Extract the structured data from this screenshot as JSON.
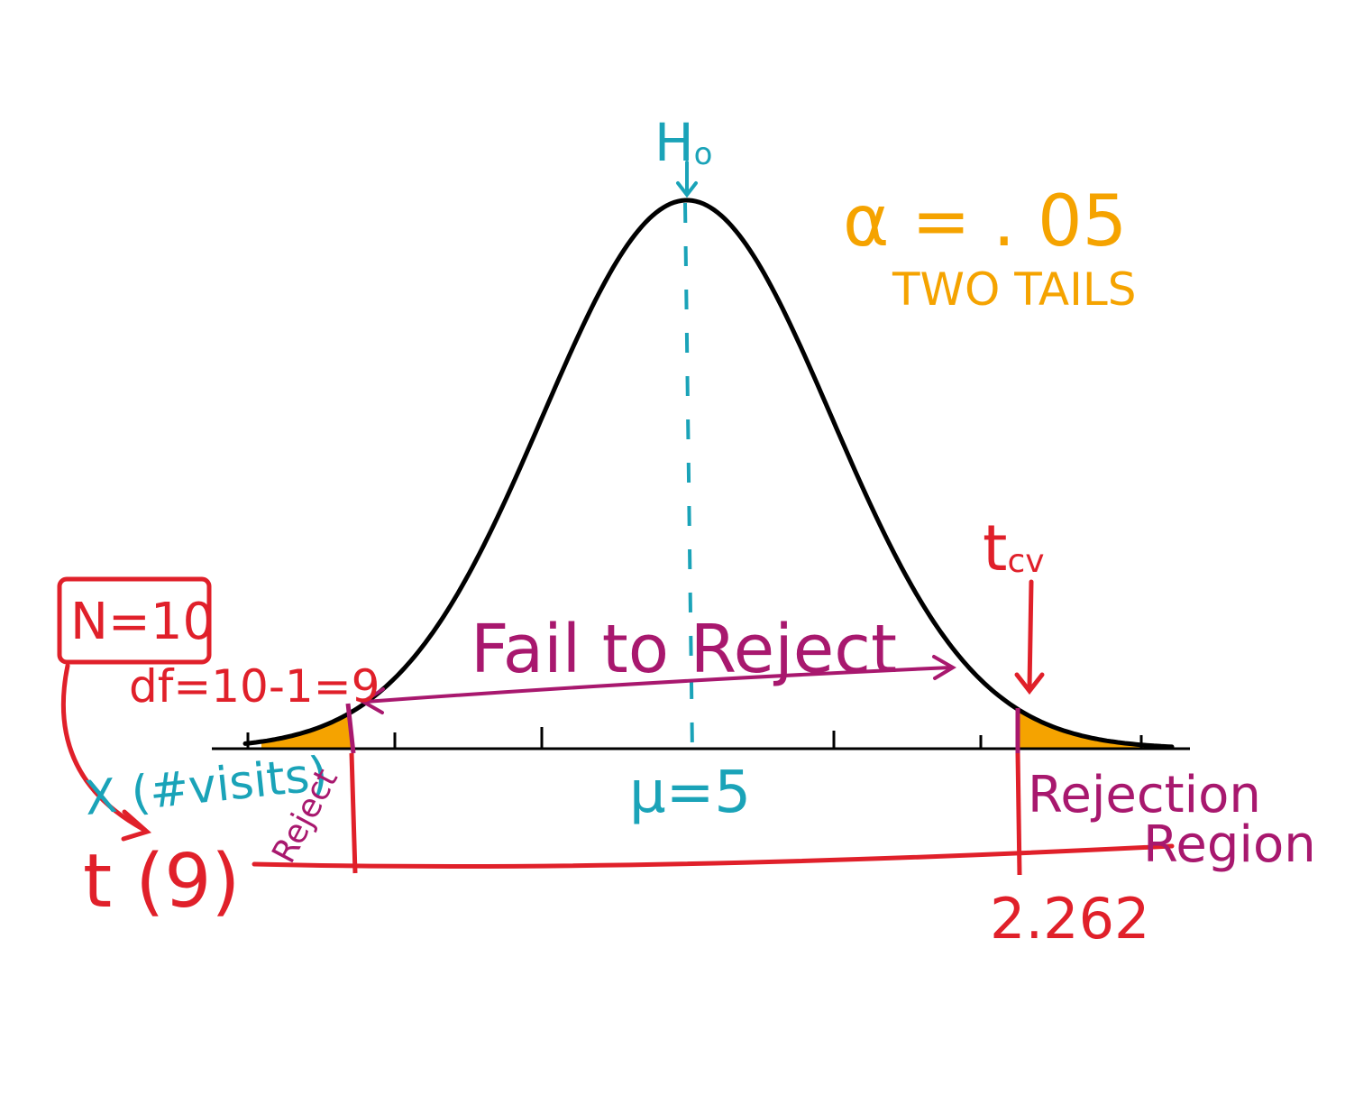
{
  "null_hypothesis": {
    "label": "H",
    "subscript": "o"
  },
  "alpha": {
    "text": "α = . 05",
    "tails": "TWO TAILS"
  },
  "critical_value": {
    "label": "t",
    "subscript": "cv",
    "value": "2.262"
  },
  "sample": {
    "n": "N=10",
    "df": "df=10-1=9"
  },
  "variable": {
    "x_label": "X (#visits)",
    "t_label": "t (9)"
  },
  "mean": {
    "label": "μ=5"
  },
  "regions": {
    "fail": "Fail  to Reject",
    "reject_left": "Reject",
    "reject_right_1": "Rejection",
    "reject_right_2": "Region"
  },
  "colors": {
    "curve": "#000000",
    "hypothesis": "#1aa3b8",
    "alpha": "#f5a300",
    "tail_fill": "#f5a300",
    "red": "#e0202a",
    "magenta": "#a8186e"
  }
}
